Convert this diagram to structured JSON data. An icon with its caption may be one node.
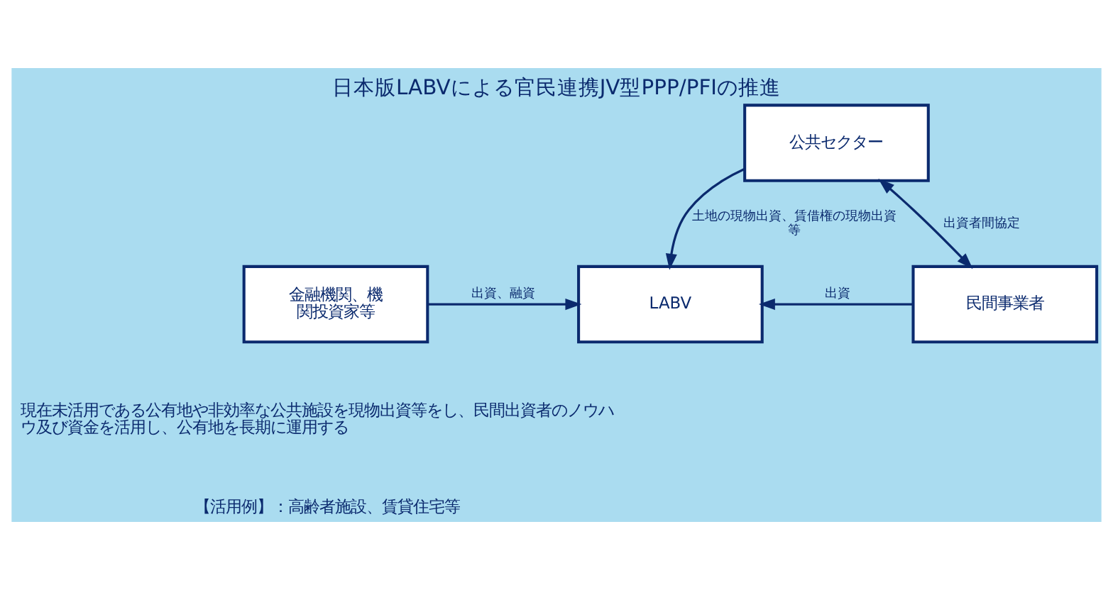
{
  "diagram": {
    "title": "日本版LABVによる官民連携JV型PPP/PFIの推進",
    "nodes": [
      {
        "text": [
          "公共セクター"
        ]
      },
      {
        "text": [
          "金融機関、機関投資家等"
        ]
      },
      {
        "text": [
          "LABV"
        ]
      },
      {
        "text": [
          "民間事業者"
        ]
      }
    ],
    "edges": [
      {
        "from": 0,
        "to": 2,
        "arrow": "to",
        "label": "土地の現物出資、賃借権の現物出資等"
      },
      {
        "from": 1,
        "to": 2,
        "arrow": "to",
        "label": "出資、融資"
      },
      {
        "from": 3,
        "to": 2,
        "arrow": "to",
        "label": "出資"
      },
      {
        "from": 3,
        "to": 0,
        "arrow": "both",
        "label": "出資者間協定"
      }
    ],
    "labels": [
      "現在未活用である公有地や非効率な公共施設を現物出資等をし、民間出資者のノウハウ及び資金を活用し、公有地を長期に運用する",
      "【活用例】：高齢者施設、賃貸住宅等"
    ]
  }
}
